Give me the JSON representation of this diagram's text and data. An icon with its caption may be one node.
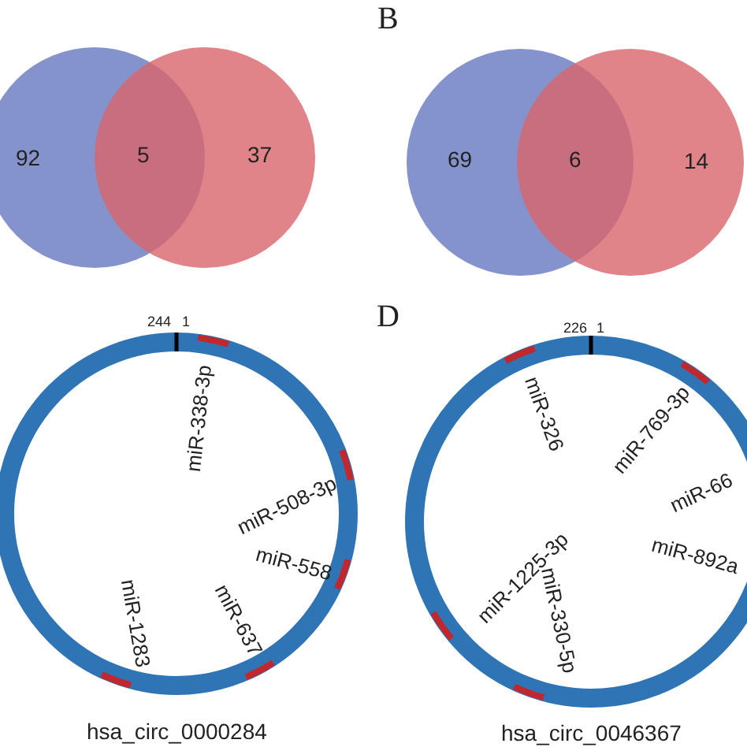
{
  "diagram": {
    "labels": [
      "B",
      "92",
      "5",
      "37",
      "69",
      "6",
      "14",
      "D",
      "244",
      "1",
      "miR-338-3p",
      "miR-508-3p",
      "miR-558",
      "miR-1283",
      "miR-637",
      "hsa_circ_0000284",
      "226",
      "1",
      "miR-326",
      "miR-769-3p",
      "miR-66",
      "miR-892a",
      "miR-1225-3p",
      "miR-330-5p",
      "hsa_circ_0046367"
    ]
  }
}
